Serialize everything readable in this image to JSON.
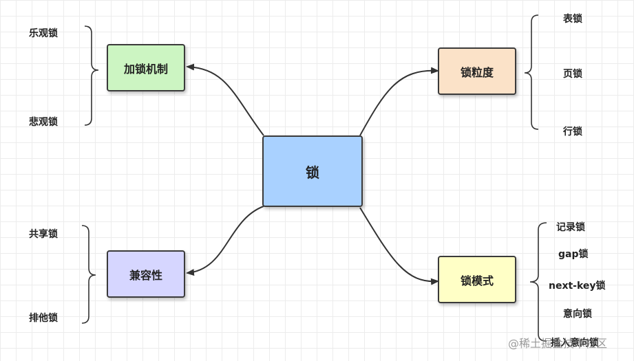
{
  "center": {
    "label": "锁",
    "color": "#a9d1ff"
  },
  "branches": {
    "lock_mechanism": {
      "label": "加锁机制",
      "color": "#ccf5c2",
      "items": [
        "乐观锁",
        "悲观锁"
      ]
    },
    "granularity": {
      "label": "锁粒度",
      "color": "#fbe2c8",
      "items": [
        "表锁",
        "页锁",
        "行锁"
      ]
    },
    "compatibility": {
      "label": "兼容性",
      "color": "#d6d6ff",
      "items": [
        "共享锁",
        "排他锁"
      ]
    },
    "mode": {
      "label": "锁模式",
      "color": "#ffffc6",
      "items": [
        "记录锁",
        "gap锁",
        "next-key锁",
        "意向锁",
        "插入意向锁"
      ]
    }
  },
  "watermark": "@稀土掘金技术社区"
}
